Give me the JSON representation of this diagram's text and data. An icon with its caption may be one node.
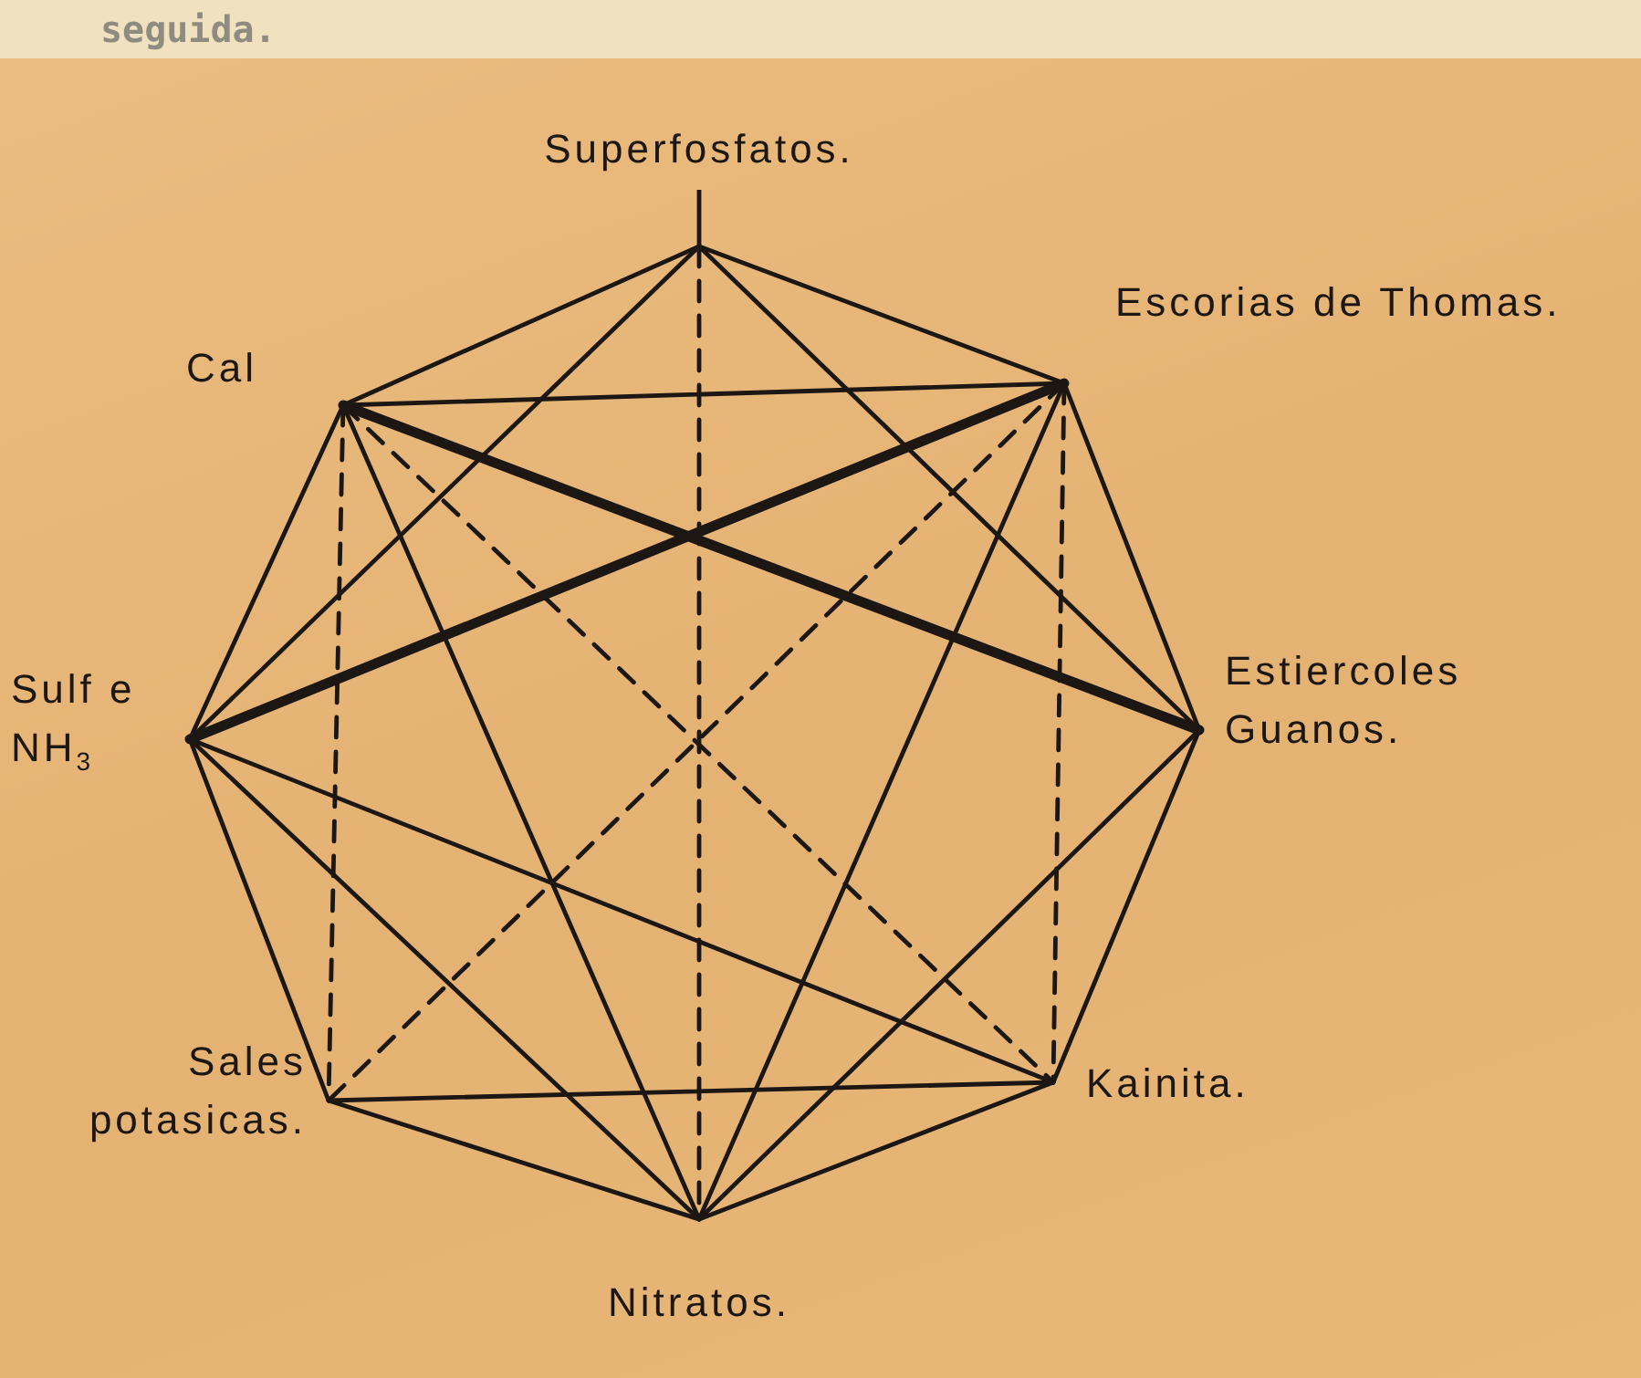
{
  "diagram": {
    "nodes": [
      {
        "text": [
          "Superfosfatos."
        ]
      },
      {
        "text": [
          "Escorias de Thomas."
        ]
      },
      {
        "text": [
          "Cal"
        ]
      },
      {
        "text": [
          "Sulf e NH$_{3}$"
        ]
      },
      {
        "text": [
          "Estiercoles Guanos."
        ]
      },
      {
        "text": [
          "Sales potasicas."
        ]
      },
      {
        "text": [
          "Kainita."
        ]
      },
      {
        "text": [
          "Nitratos."
        ]
      }
    ],
    "edges": [
      {
        "from": 0,
        "to": 1,
        "arrow": "none"
      },
      {
        "from": 0,
        "to": 2,
        "arrow": "none"
      },
      {
        "from": 0,
        "to": 3,
        "arrow": "none"
      },
      {
        "from": 0,
        "to": 4,
        "arrow": "none"
      },
      {
        "from": 0,
        "to": 7,
        "arrow": "none",
        "style": "dashed"
      },
      {
        "from": 2,
        "to": 1,
        "arrow": "none"
      },
      {
        "from": 2,
        "to": 4,
        "arrow": "none",
        "style": "thick"
      },
      {
        "from": 2,
        "to": 3,
        "arrow": "none"
      },
      {
        "from": 2,
        "to": 5,
        "arrow": "none",
        "style": "dashed"
      },
      {
        "from": 2,
        "to": 6,
        "arrow": "none",
        "style": "dashed"
      },
      {
        "from": 2,
        "to": 7,
        "arrow": "none"
      },
      {
        "from": 1,
        "to": 3,
        "arrow": "none",
        "style": "thick"
      },
      {
        "from": 1,
        "to": 5,
        "arrow": "none",
        "style": "dashed"
      },
      {
        "from": 1,
        "to": 6,
        "arrow": "none",
        "style": "dashed"
      },
      {
        "from": 1,
        "to": 4,
        "arrow": "none"
      },
      {
        "from": 1,
        "to": 7,
        "arrow": "none"
      },
      {
        "from": 3,
        "to": 5,
        "arrow": "none"
      },
      {
        "from": 3,
        "to": 7,
        "arrow": "none"
      },
      {
        "from": 3,
        "to": 6,
        "arrow": "none"
      },
      {
        "from": 4,
        "to": 6,
        "arrow": "none"
      },
      {
        "from": 4,
        "to": 7,
        "arrow": "none"
      },
      {
        "from": 6,
        "to": 7,
        "arrow": "none"
      },
      {
        "from": 5,
        "to": 6,
        "arrow": "none"
      },
      {
        "from": 5,
        "to": 7,
        "arrow": "none"
      }
    ],
    "labels": [
      "seguida."
    ]
  }
}
